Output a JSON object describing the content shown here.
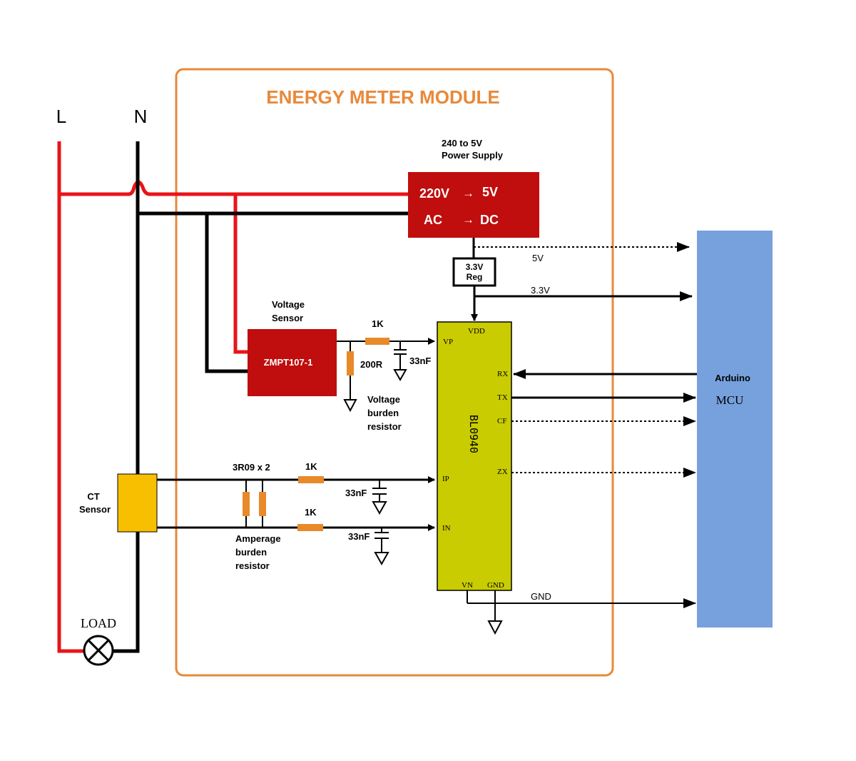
{
  "mains": {
    "line_label": "L",
    "neutral_label": "N",
    "load_label": "LOAD"
  },
  "module": {
    "title": "ENERGY METER MODULE"
  },
  "power_supply": {
    "caption_1": "240 to 5V",
    "caption_2": "Power Supply",
    "in_voltage": "220V",
    "out_voltage": "5V",
    "in_type": "AC",
    "out_type": "DC",
    "arrow": "→"
  },
  "regulator": {
    "line_1": "3.3V",
    "line_2": "Reg"
  },
  "rails": {
    "five_v": "5V",
    "three_v3": "3.3V",
    "gnd": "GND"
  },
  "voltage_sensor": {
    "caption_1": "Voltage",
    "caption_2": "Sensor",
    "part": "ZMPT107-1",
    "series_resistor": "1K",
    "burden_resistor": "200R",
    "capacitor": "33nF",
    "burden_caption_1": "Voltage",
    "burden_caption_2": "burden",
    "burden_caption_3": "resistor"
  },
  "ct_sensor": {
    "caption_1": "CT",
    "caption_2": "Sensor",
    "burden_value": "3R09 x 2",
    "ip_resistor": "1K",
    "in_resistor": "1K",
    "ip_capacitor": "33nF",
    "in_capacitor": "33nF",
    "burden_caption_1": "Amperage",
    "burden_caption_2": "burden",
    "burden_caption_3": "resistor"
  },
  "chip": {
    "name": "BL0940",
    "pins": {
      "vdd": "VDD",
      "vp": "VP",
      "rx": "RX",
      "tx": "TX",
      "cf": "CF",
      "zx": "ZX",
      "ip": "IP",
      "in": "IN",
      "vn": "VN",
      "gnd": "GND"
    }
  },
  "mcu": {
    "line_1": "Arduino",
    "line_2": "MCU"
  },
  "colors": {
    "module_border": "#e8893a",
    "module_title": "#e8893a",
    "power_block": "#c00d0d",
    "resistor": "#e8892a",
    "chip": "#c9cc00",
    "ct": "#f7bf00",
    "mcu": "#77a1dd",
    "line_wire": "#e8141a",
    "neutral_wire": "#000000"
  }
}
